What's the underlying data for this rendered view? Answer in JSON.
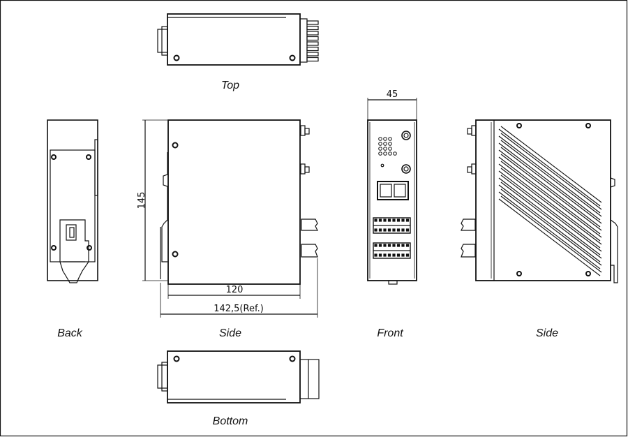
{
  "views": {
    "top": "Top",
    "back": "Back",
    "side_left": "Side",
    "front": "Front",
    "side_right": "Side",
    "bottom": "Bottom"
  },
  "dimensions": {
    "height": "145",
    "depth": "120",
    "depth_ref": "142,5(Ref.)",
    "width": "45"
  }
}
